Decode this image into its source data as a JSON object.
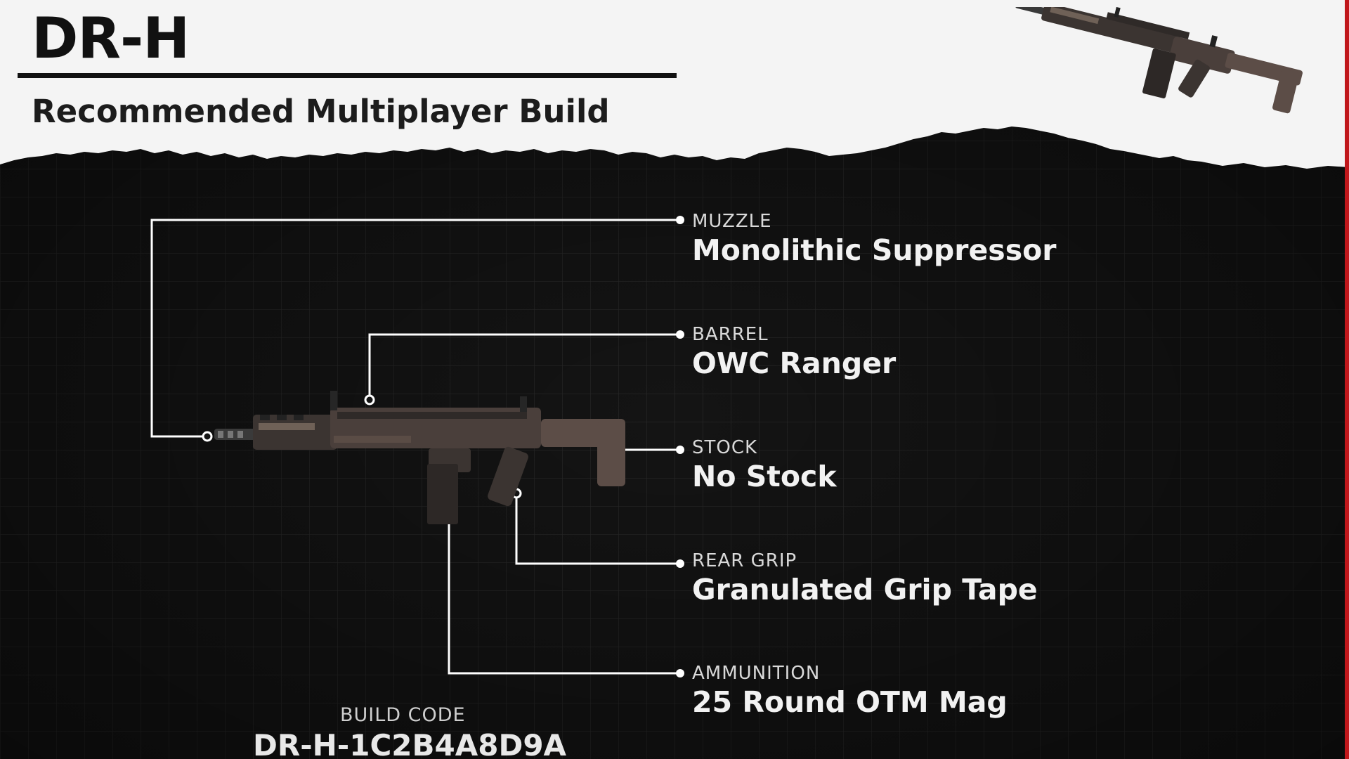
{
  "header": {
    "weapon_name": "DR-H",
    "subtitle": "Recommended Multiplayer Build"
  },
  "attachments": [
    {
      "slot": "MUZZLE",
      "name": "Monolithic Suppressor"
    },
    {
      "slot": "BARREL",
      "name": "OWC Ranger"
    },
    {
      "slot": "STOCK",
      "name": "No Stock"
    },
    {
      "slot": "REAR GRIP",
      "name": "Granulated Grip Tape"
    },
    {
      "slot": "AMMUNITION",
      "name": "25 Round OTM Mag"
    }
  ],
  "build": {
    "label": "BUILD CODE",
    "code": "DR-H-1C2B4A8D9A"
  },
  "colors": {
    "paper": "#f4f4f4",
    "background": "#121212",
    "accent": "#c0171b",
    "line": "#ffffff",
    "rifle_body": "#4a3f3b"
  },
  "icons": [
    "rifle-thumbnail-icon",
    "rifle-main-icon"
  ]
}
